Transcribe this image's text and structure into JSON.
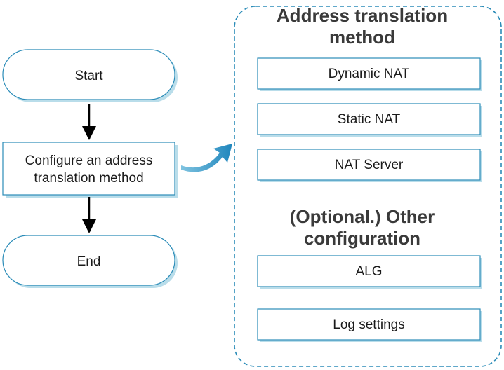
{
  "flow": {
    "start_label": "Start",
    "configure_label_line1": "Configure an address",
    "configure_label_line2": "translation method",
    "end_label": "End"
  },
  "panel": {
    "methods_heading_line1": "Address translation",
    "methods_heading_line2": "method",
    "methods": [
      {
        "label": "Dynamic NAT"
      },
      {
        "label": "Static NAT"
      },
      {
        "label": "NAT Server"
      }
    ],
    "other_heading_line1": "(Optional.) Other",
    "other_heading_line2": "configuration",
    "others": [
      {
        "label": "ALG"
      },
      {
        "label": "Log settings"
      }
    ]
  },
  "colors": {
    "outline": "#2b8cb8",
    "shadow": "#b9ddea",
    "panel_border": "#2b8cb8",
    "connector_arrow": "#2a93c4",
    "flow_arrow": "#000000"
  }
}
